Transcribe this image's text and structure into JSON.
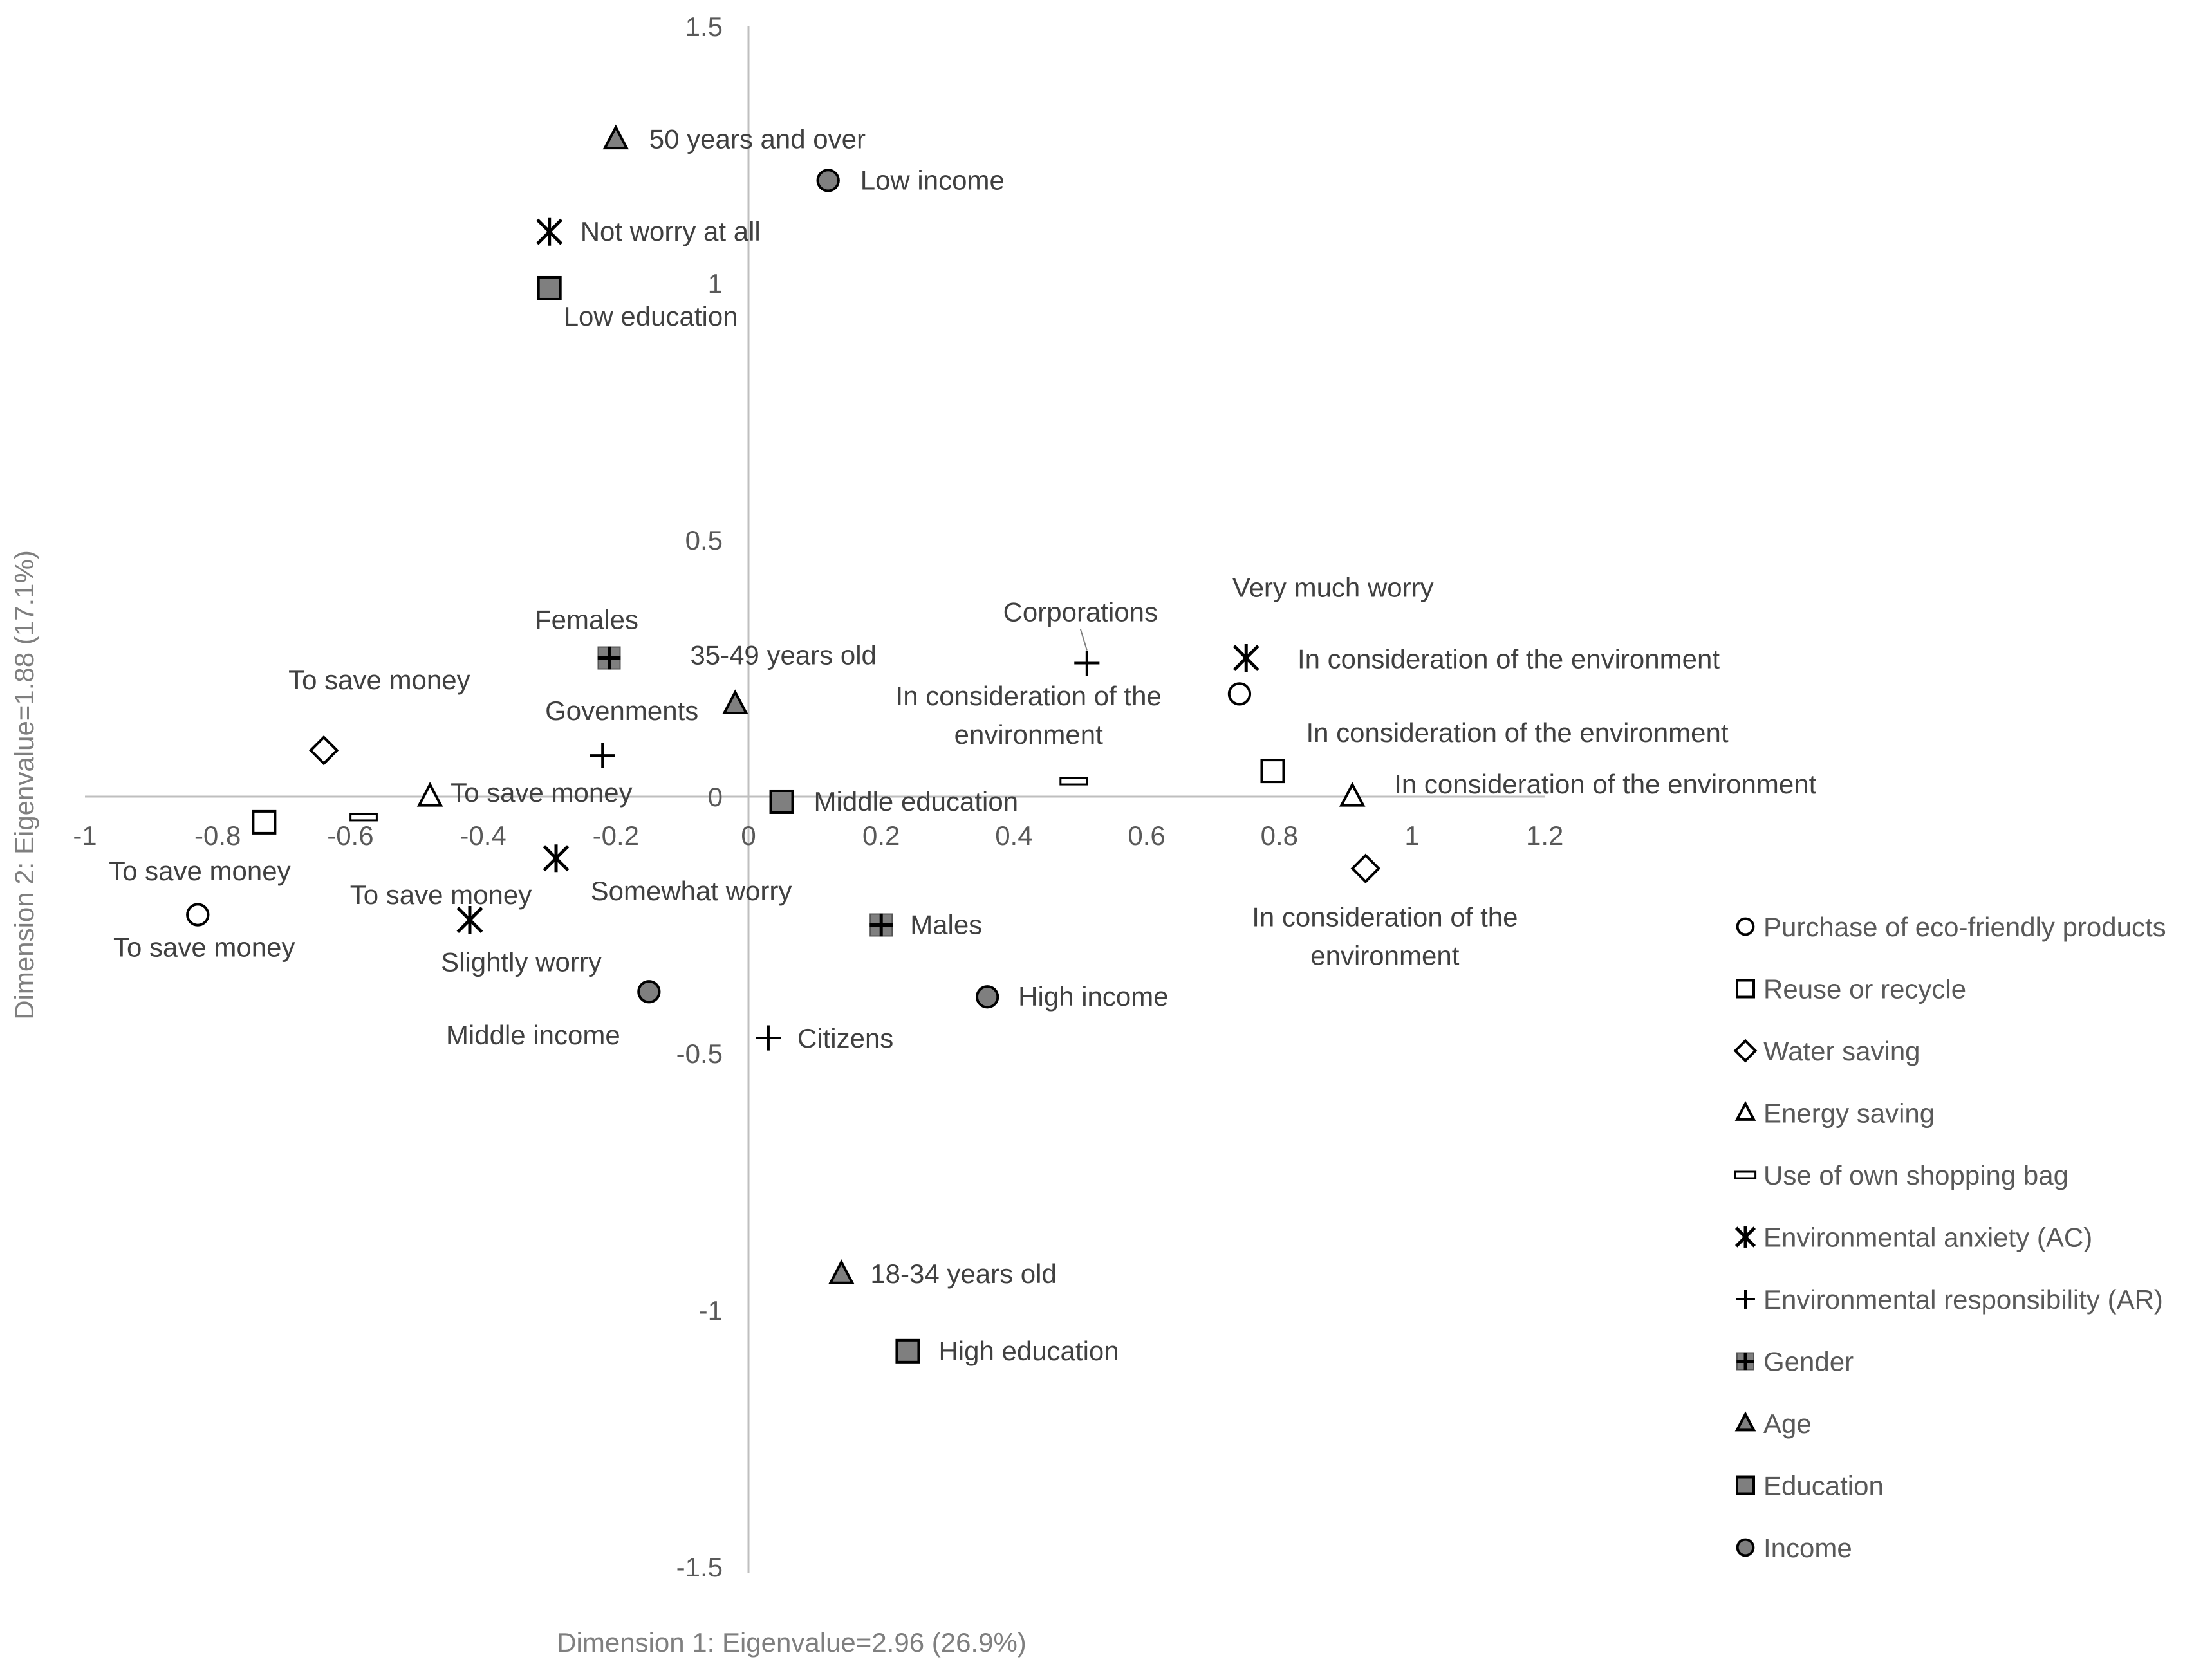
{
  "chart_data": {
    "type": "scatter",
    "title": "",
    "xlabel": "Dimension 1: Eigenvalue=2.96 (26.9%)",
    "ylabel": "Dimension 2: Eigenvalue=1.88 (17.1%)",
    "xlim": [
      -1,
      1.2
    ],
    "ylim": [
      -1.5,
      1.5
    ],
    "xticks": [
      -1,
      -0.8,
      -0.6,
      -0.4,
      -0.2,
      0,
      0.2,
      0.4,
      0.6,
      0.8,
      1,
      1.2
    ],
    "xtick_labels": [
      "-1",
      "-0.8",
      "-0.6",
      "-0.4",
      "-0.2",
      "0",
      "0.2",
      "0.4",
      "0.6",
      "0.8",
      "1",
      "1.2"
    ],
    "yticks": [
      -1.5,
      -1,
      -0.5,
      0,
      0.5,
      1,
      1.5
    ],
    "ytick_labels": [
      "-1.5",
      "-1",
      "-0.5",
      "0",
      "0.5",
      "1",
      "1.5"
    ],
    "grid": false,
    "legend_position": "right",
    "colors": {
      "axis": "#bfbfbf",
      "tick_text": "#595959",
      "marker_fill_gray": "#7f7f7f",
      "marker_stroke": "#000000",
      "label_text": "#404040"
    },
    "series": [
      {
        "name": "Purchase of eco-friendly products",
        "marker": "circle-open",
        "points": [
          {
            "x": -0.83,
            "y": -0.23,
            "label": "To save money"
          },
          {
            "x": 0.74,
            "y": 0.2,
            "label": "In consideration of the environment"
          }
        ]
      },
      {
        "name": "Reuse or recycle",
        "marker": "square-open",
        "points": [
          {
            "x": -0.73,
            "y": -0.05,
            "label": "To save money"
          },
          {
            "x": 0.79,
            "y": 0.05,
            "label": "In consideration of the environment"
          }
        ]
      },
      {
        "name": "Water saving",
        "marker": "diamond-open",
        "points": [
          {
            "x": -0.64,
            "y": 0.09,
            "label": "To save money"
          },
          {
            "x": 0.93,
            "y": -0.14,
            "label": "In consideration of the environment"
          }
        ]
      },
      {
        "name": "Energy saving",
        "marker": "triangle-open",
        "points": [
          {
            "x": -0.48,
            "y": 0.0,
            "label": "To save money"
          },
          {
            "x": 0.91,
            "y": 0.0,
            "label": "In consideration of the environment"
          }
        ]
      },
      {
        "name": "Use of own shopping bag",
        "marker": "dash",
        "points": [
          {
            "x": -0.58,
            "y": -0.04,
            "label": "To save money"
          },
          {
            "x": 0.49,
            "y": 0.03,
            "label": "In consideration of the environment"
          }
        ]
      },
      {
        "name": "Environmental anxiety (AC)",
        "marker": "star",
        "points": [
          {
            "x": -0.3,
            "y": 1.1,
            "label": "Not worry at all"
          },
          {
            "x": -0.42,
            "y": -0.24,
            "label": "Slightly worry"
          },
          {
            "x": -0.29,
            "y": -0.12,
            "label": "Somewhat worry"
          },
          {
            "x": 0.75,
            "y": 0.27,
            "label": "Very much worry"
          }
        ]
      },
      {
        "name": "Environmental responsibility (AR)",
        "marker": "plus",
        "points": [
          {
            "x": 0.51,
            "y": 0.26,
            "label": "Corporations"
          },
          {
            "x": -0.22,
            "y": 0.08,
            "label": "Govenments"
          },
          {
            "x": 0.03,
            "y": -0.47,
            "label": "Citizens"
          }
        ]
      },
      {
        "name": "Gender",
        "marker": "square-cross-filled",
        "points": [
          {
            "x": -0.21,
            "y": 0.27,
            "label": "Females"
          },
          {
            "x": 0.2,
            "y": -0.25,
            "label": "Males"
          }
        ]
      },
      {
        "name": "Age",
        "marker": "triangle-filled",
        "points": [
          {
            "x": -0.2,
            "y": 1.28,
            "label": "50 years and over"
          },
          {
            "x": -0.02,
            "y": 0.18,
            "label": "35-49 years old"
          },
          {
            "x": 0.14,
            "y": -0.93,
            "label": "18-34 years old"
          }
        ]
      },
      {
        "name": "Education",
        "marker": "square-filled",
        "points": [
          {
            "x": -0.3,
            "y": 0.99,
            "label": "Low education"
          },
          {
            "x": 0.05,
            "y": -0.01,
            "label": "Middle education"
          },
          {
            "x": 0.24,
            "y": -1.08,
            "label": "High education"
          }
        ]
      },
      {
        "name": "Income",
        "marker": "circle-filled",
        "points": [
          {
            "x": 0.12,
            "y": 1.2,
            "label": "Low income"
          },
          {
            "x": -0.15,
            "y": -0.38,
            "label": "Middle income"
          },
          {
            "x": 0.36,
            "y": -0.39,
            "label": "High income"
          }
        ]
      }
    ]
  }
}
